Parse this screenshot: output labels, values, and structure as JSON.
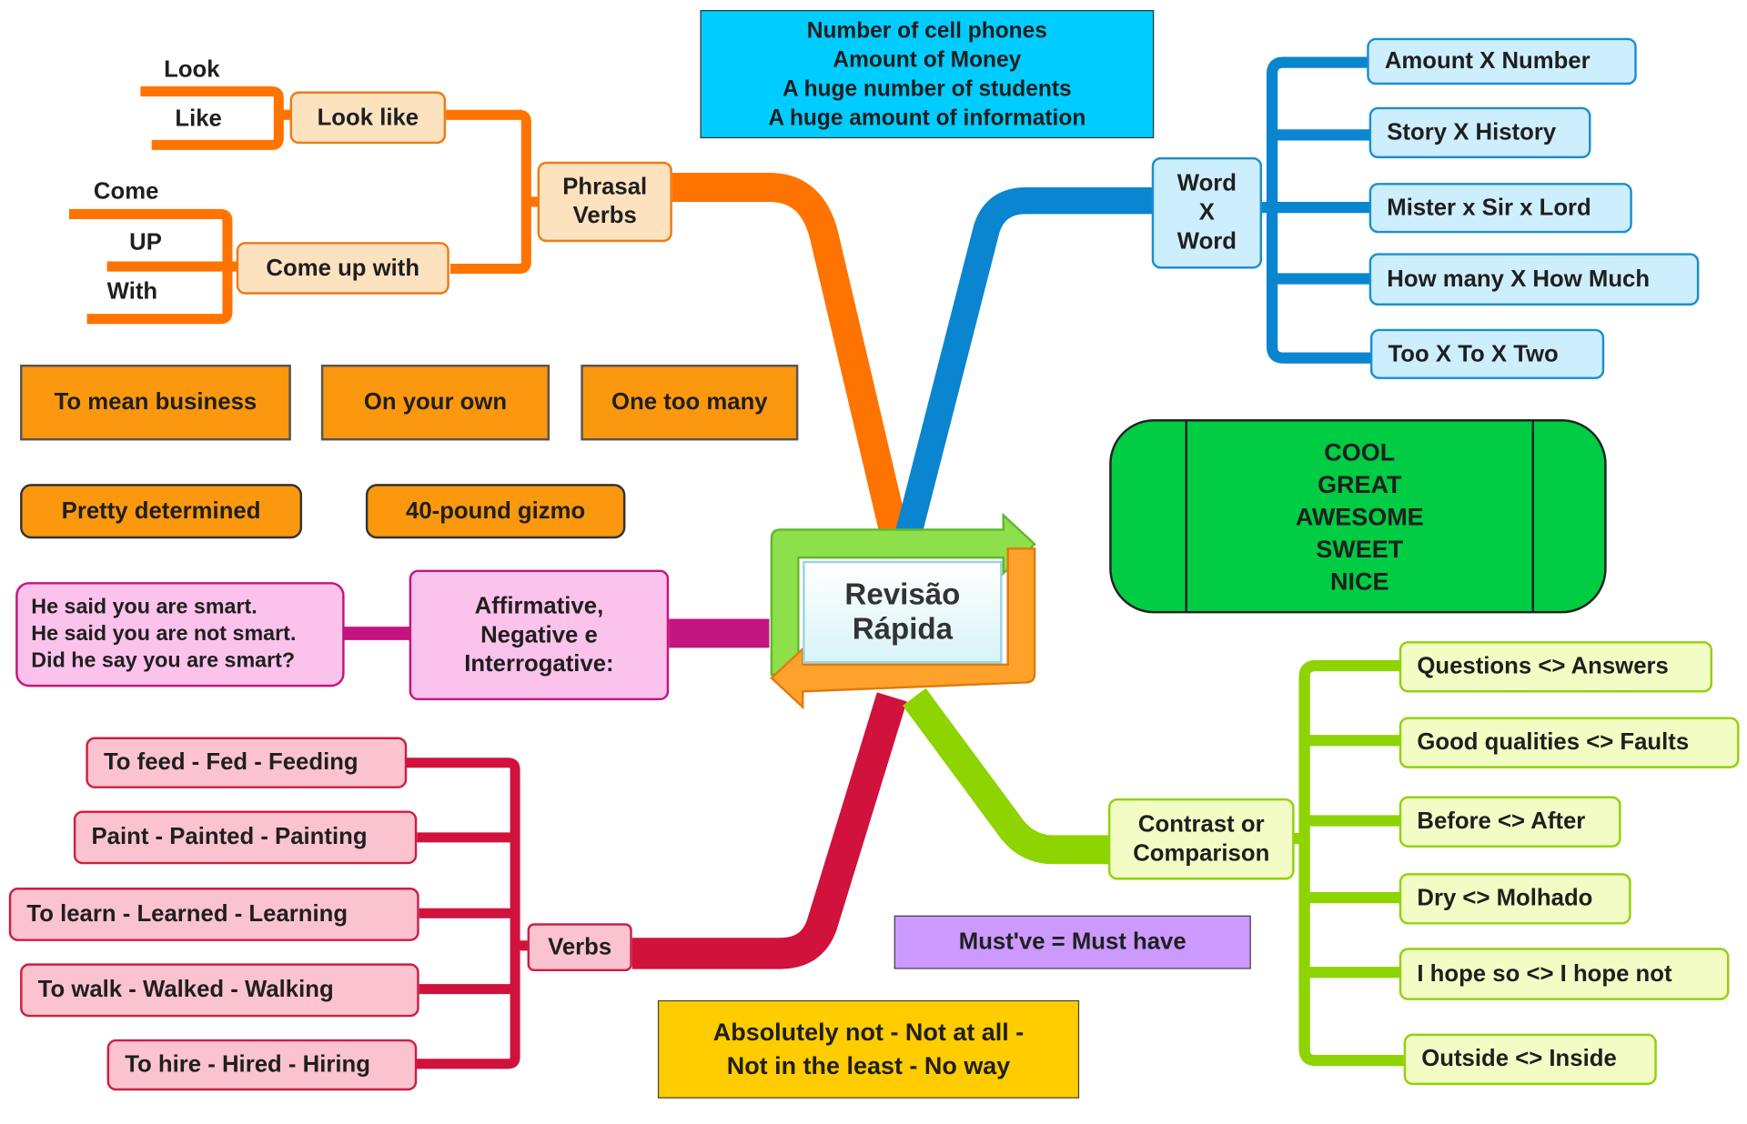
{
  "center": {
    "line1": "Revisão",
    "line2": "Rápida"
  },
  "top_box": {
    "lines": [
      "Number of cell phones",
      "Amount of Money",
      "A huge number of students",
      "A huge amount of information"
    ],
    "color": "#00ccff"
  },
  "word_x_word": {
    "label_lines": [
      "Word",
      "X",
      "Word"
    ],
    "items": [
      "Amount X Number",
      "Story X History",
      "Mister x Sir x Lord",
      "How many X How Much",
      "Too X To X Two"
    ],
    "color": "#1a8fd2"
  },
  "phrasal_verbs": {
    "label_lines": [
      "Phrasal",
      "Verbs"
    ],
    "look_like": {
      "label": "Look like",
      "parts": [
        "Look",
        "Like"
      ]
    },
    "come_up_with": {
      "label": "Come up with",
      "parts": [
        "Come",
        "UP",
        "With"
      ]
    },
    "color": "#f07a14"
  },
  "idioms": {
    "square": [
      "To mean business",
      "On your own",
      "One too many"
    ],
    "rounded": [
      "Pretty determined",
      "40-pound gizmo"
    ]
  },
  "cool_box": {
    "lines": [
      "COOL",
      "GREAT",
      "AWESOME",
      "SWEET",
      "NICE"
    ],
    "color": "#00cc44"
  },
  "affirmative": {
    "label_lines": [
      "Affirmative,",
      "Negative e",
      "Interrogative:"
    ],
    "examples": [
      "He said you are smart.",
      "He said you are not smart.",
      "Did he say you are smart?"
    ],
    "color": "#c4147f"
  },
  "verbs": {
    "label": "Verbs",
    "items": [
      "To feed - Fed - Feeding",
      "Paint - Painted - Painting",
      "To learn - Learned - Learning",
      "To walk - Walked - Walking",
      "To hire - Hired - Hiring"
    ],
    "color": "#cc1f43"
  },
  "contrast": {
    "label_lines": [
      "Contrast or",
      "Comparison"
    ],
    "items": [
      "Questions <> Answers",
      "Good qualities <> Faults",
      "Before <> After",
      "Dry <> Molhado",
      "I hope so <> I hope not",
      "Outside <> Inside"
    ],
    "color": "#92d10e"
  },
  "mustve": {
    "text": "Must've = Must have",
    "color": "#cc99ff"
  },
  "absolutely": {
    "lines": [
      "Absolutely not - Not at all -",
      "Not in the least - No way"
    ],
    "color": "#ffcc00"
  }
}
